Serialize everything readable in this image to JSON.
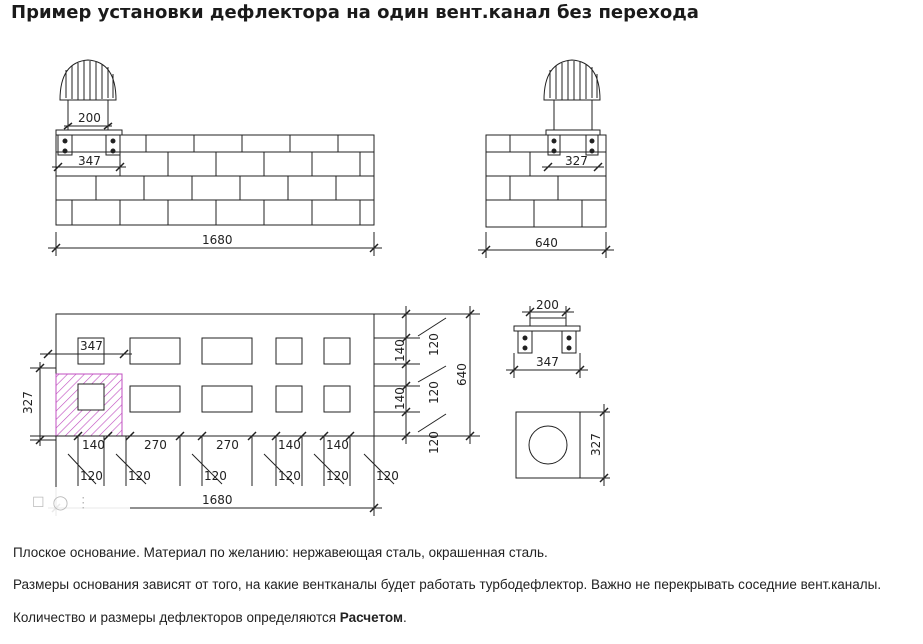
{
  "title": "Пример установки дефлектора на один вент.канал без перехода",
  "dimensions": {
    "front_top_200": "200",
    "front_347": "347",
    "front_1680": "1680",
    "side_327": "327",
    "side_640": "640",
    "plan_347": "347",
    "plan_327": "327",
    "plan_140a": "140",
    "plan_270a": "270",
    "plan_270b": "270",
    "plan_140b": "140",
    "plan_140c": "140",
    "plan_120_1": "120",
    "plan_120_2": "120",
    "plan_120_3": "120",
    "plan_120_4": "120",
    "plan_120_5": "120",
    "plan_120_6": "120",
    "plan_1680": "1680",
    "plan_r140a": "140",
    "plan_r140b": "140",
    "plan_r120a": "120",
    "plan_r120b": "120",
    "plan_r120c": "120",
    "plan_640": "640",
    "det_200": "200",
    "det_347": "347",
    "det_327": "327"
  },
  "paragraphs": {
    "p1": "Плоское основание. Материал по желанию: нержавеющая сталь, окрашенная сталь.",
    "p2": "Размеры основания зависят от того, на какие вентканалы будет работать турбодефлектор. Важно не перекрывать соседние вент.каналы.",
    "p3_prefix": "Количество и размеры дефлекторов определяются ",
    "p3_bold": "Расчетом",
    "p3_suffix": "."
  },
  "toolbar": {
    "save_icon": "bookmark-icon",
    "camera_icon": "camera-icon",
    "more_icon": "more-icon"
  }
}
